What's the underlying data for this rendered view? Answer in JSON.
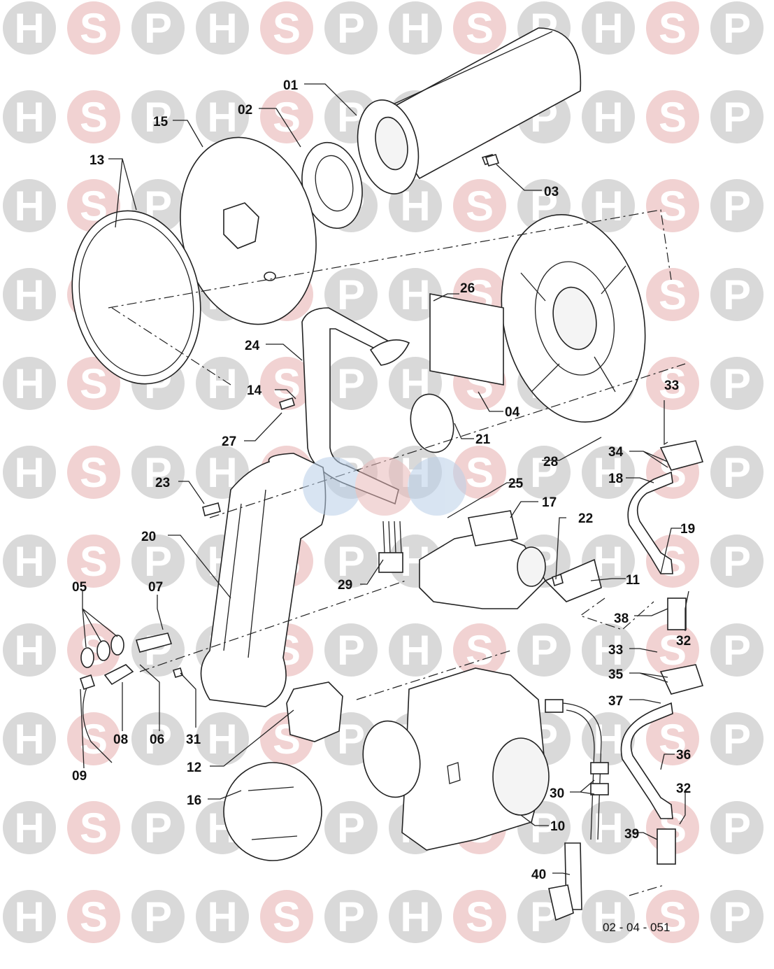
{
  "watermark": {
    "letters": [
      "H",
      "S",
      "P"
    ],
    "colors": {
      "H": "#d9d9d9",
      "S": "#f1d2d2",
      "P": "#d9d9d9"
    },
    "text_color": "#ffffff"
  },
  "reference_code": "02 - 04 - 051",
  "callouts": [
    {
      "id": "01",
      "label": "01"
    },
    {
      "id": "02",
      "label": "02"
    },
    {
      "id": "03",
      "label": "03"
    },
    {
      "id": "04",
      "label": "04"
    },
    {
      "id": "05",
      "label": "05"
    },
    {
      "id": "06",
      "label": "06"
    },
    {
      "id": "07",
      "label": "07"
    },
    {
      "id": "08",
      "label": "08"
    },
    {
      "id": "09",
      "label": "09"
    },
    {
      "id": "10",
      "label": "10"
    },
    {
      "id": "11",
      "label": "11"
    },
    {
      "id": "12",
      "label": "12"
    },
    {
      "id": "13",
      "label": "13"
    },
    {
      "id": "14",
      "label": "14"
    },
    {
      "id": "15",
      "label": "15"
    },
    {
      "id": "16",
      "label": "16"
    },
    {
      "id": "17",
      "label": "17"
    },
    {
      "id": "18",
      "label": "18"
    },
    {
      "id": "19",
      "label": "19"
    },
    {
      "id": "20",
      "label": "20"
    },
    {
      "id": "21",
      "label": "21"
    },
    {
      "id": "22",
      "label": "22"
    },
    {
      "id": "23",
      "label": "23"
    },
    {
      "id": "24",
      "label": "24"
    },
    {
      "id": "25",
      "label": "25"
    },
    {
      "id": "26",
      "label": "26"
    },
    {
      "id": "27",
      "label": "27"
    },
    {
      "id": "28",
      "label": "28"
    },
    {
      "id": "29",
      "label": "29"
    },
    {
      "id": "30",
      "label": "30"
    },
    {
      "id": "31",
      "label": "31"
    },
    {
      "id": "32a",
      "label": "32"
    },
    {
      "id": "32b",
      "label": "32"
    },
    {
      "id": "33a",
      "label": "33"
    },
    {
      "id": "33b",
      "label": "33"
    },
    {
      "id": "34",
      "label": "34"
    },
    {
      "id": "35",
      "label": "35"
    },
    {
      "id": "36",
      "label": "36"
    },
    {
      "id": "37",
      "label": "37"
    },
    {
      "id": "38",
      "label": "38"
    },
    {
      "id": "39",
      "label": "39"
    },
    {
      "id": "40",
      "label": "40"
    }
  ]
}
